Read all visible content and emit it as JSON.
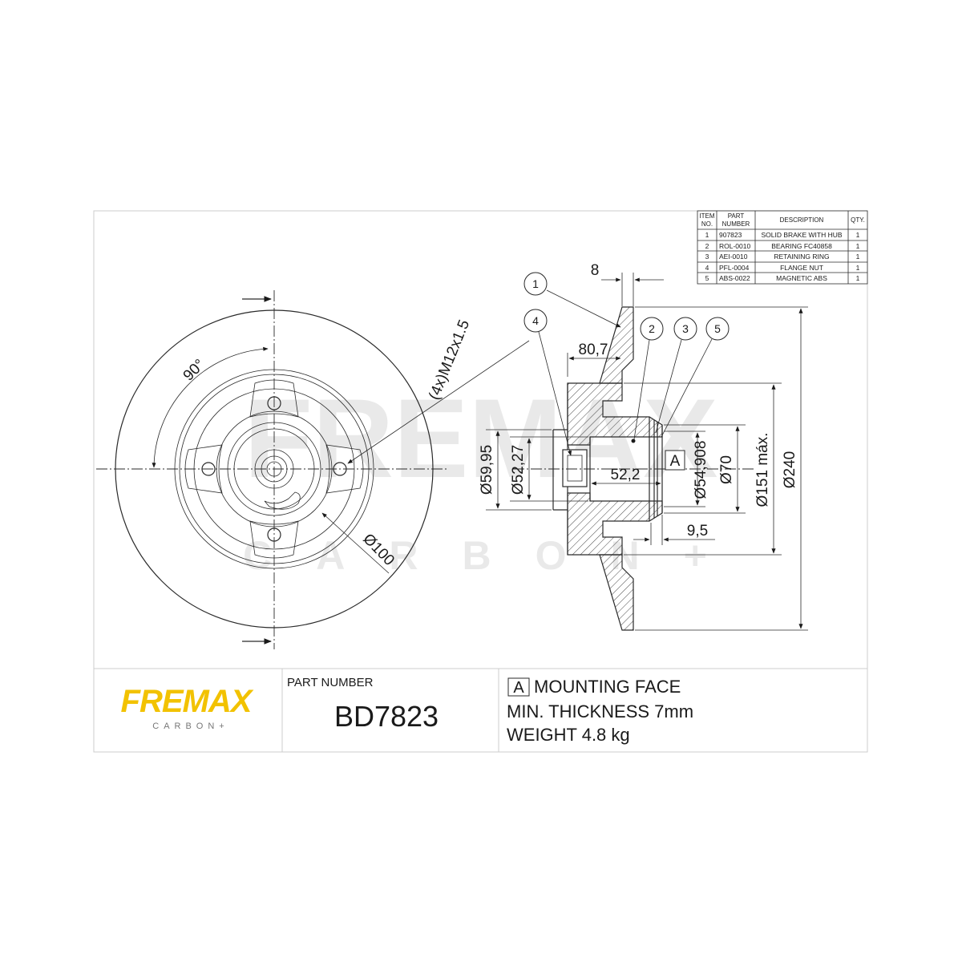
{
  "parts_table": {
    "headers": {
      "item_line1": "ITEM",
      "item_line2": "NO.",
      "part_line1": "PART",
      "part_line2": "NUMBER",
      "description": "DESCRIPTION",
      "qty": "QTY."
    },
    "rows": [
      {
        "item": "1",
        "part": "907823",
        "description": "SOLID BRAKE WITH HUB",
        "qty": "1"
      },
      {
        "item": "2",
        "part": "ROL-0010",
        "description": "BEARING FC40858",
        "qty": "1"
      },
      {
        "item": "3",
        "part": "AEI-0010",
        "description": "RETAINING RING",
        "qty": "1"
      },
      {
        "item": "4",
        "part": "PFL-0004",
        "description": "FLANGE NUT",
        "qty": "1"
      },
      {
        "item": "5",
        "part": "ABS-0022",
        "description": "MAGNETIC ABS",
        "qty": "1"
      }
    ]
  },
  "front_view": {
    "angle_label": "90°",
    "bolt_label": "(4x)M12x1.5",
    "pcd_label": "Ø100"
  },
  "section_view": {
    "balloons": [
      "1",
      "4",
      "2",
      "3",
      "5"
    ],
    "dims": {
      "thickness": "8",
      "hub_length": "80,7",
      "bore_d1": "Ø59,95",
      "bore_d2": "Ø52,27",
      "depth": "52,2",
      "datum": "A",
      "bore_d3": "Ø54,908",
      "hub_d": "Ø70",
      "offset": "9,5",
      "max_d": "Ø151 máx.",
      "outer_d": "Ø240"
    }
  },
  "watermark": {
    "brand": "FREMAX",
    "sub": "CARBON+"
  },
  "title_block": {
    "logo_text": "FREMAX",
    "logo_sub": "CARBON+",
    "part_number_label": "PART NUMBER",
    "part_number": "BD7823",
    "datum_box": "A",
    "mounting_face": "MOUNTING FACE",
    "min_thickness": "MIN. THICKNESS 7mm",
    "weight": "WEIGHT 4.8 kg"
  },
  "colors": {
    "logo_yellow": "#f2c200",
    "line": "#2a2a2a",
    "frame": "#cccccc"
  }
}
